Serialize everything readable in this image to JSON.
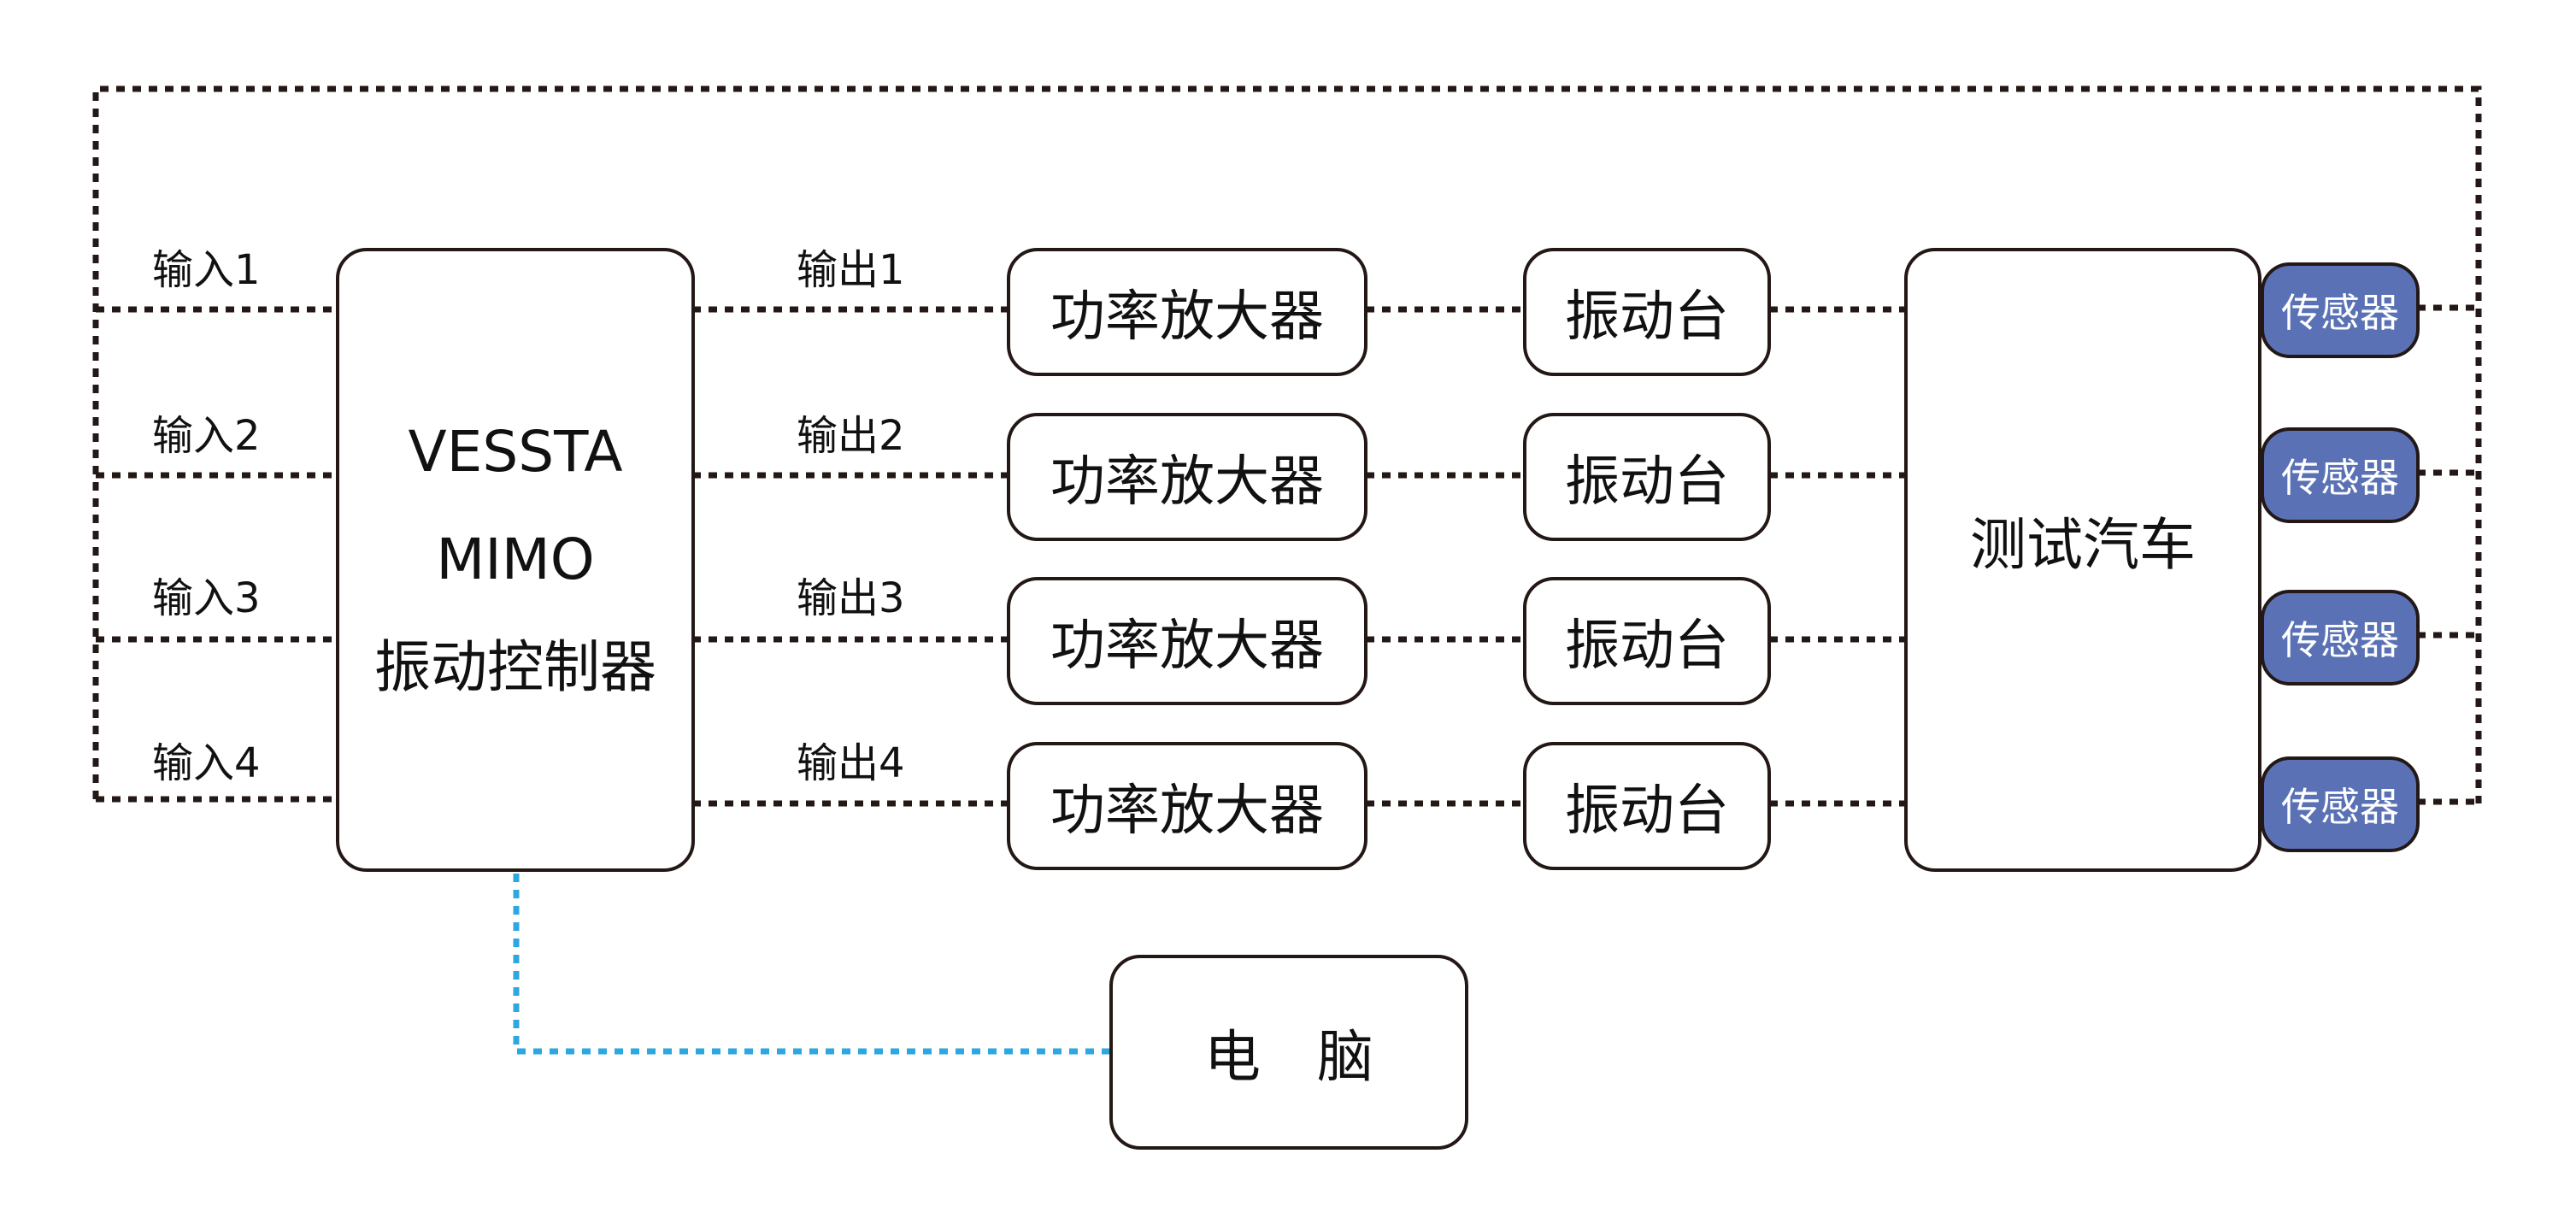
{
  "colors": {
    "line": "#231815",
    "sensor_fill": "#5a72b5",
    "computer_link": "#2ea7e0"
  },
  "inputs": [
    "输入1",
    "输入2",
    "输入3",
    "输入4"
  ],
  "outputs": [
    "输出1",
    "输出2",
    "输出3",
    "输出4"
  ],
  "controller": {
    "line1": "VESSTA",
    "line2": "MIMO",
    "line3": "振动控制器"
  },
  "amplifier_label": "功率放大器",
  "shaker_label": "振动台",
  "vehicle_label": "测试汽车",
  "sensor_label": "传感器",
  "computer": {
    "char1": "电",
    "char2": "脑"
  }
}
